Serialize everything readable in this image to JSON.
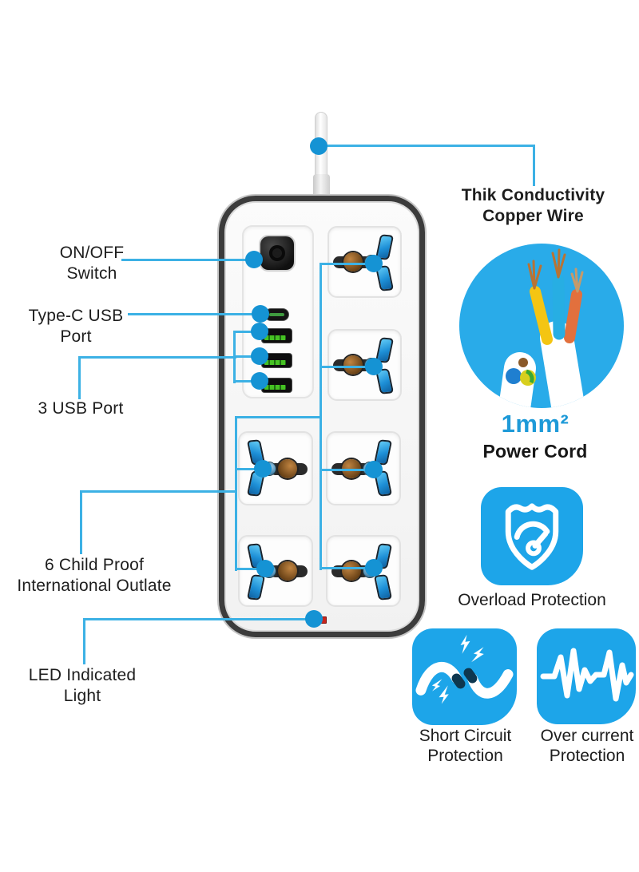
{
  "labels": {
    "copper_wire_1": "Thik Conductivity",
    "copper_wire_2": "Copper Wire",
    "on_off_1": "ON/OFF",
    "on_off_2": "Switch",
    "type_c_1": "Type-C USB",
    "type_c_2": "Port",
    "usb": "3 USB Port",
    "outlet_1": "6 Child Proof",
    "outlet_2": "International Outlate",
    "led_1": "LED Indicated",
    "led_2": "Light",
    "spec_value": "1mm²",
    "spec_name": "Power Cord",
    "overload": "Overload Protection",
    "short_1": "Short Circuit",
    "short_2": "Protection",
    "current_1": "Over current",
    "current_2": "Protection"
  },
  "icons": {
    "copper_wire": "cable-cross-section-photo",
    "overload": "shield-with-gauge",
    "short_circuit": "broken-wire-with-sparks",
    "over_current": "current-waveform",
    "callouts": "blue-dot-and-line"
  },
  "colors": {
    "line": "#3cb1e5",
    "dot": "#1593d4",
    "iconblue": "#1da5e9",
    "specblue": "#1e9ad8",
    "ink": "#1d1d1d",
    "led": "#c8251d",
    "usbgreen": "#46c223"
  }
}
